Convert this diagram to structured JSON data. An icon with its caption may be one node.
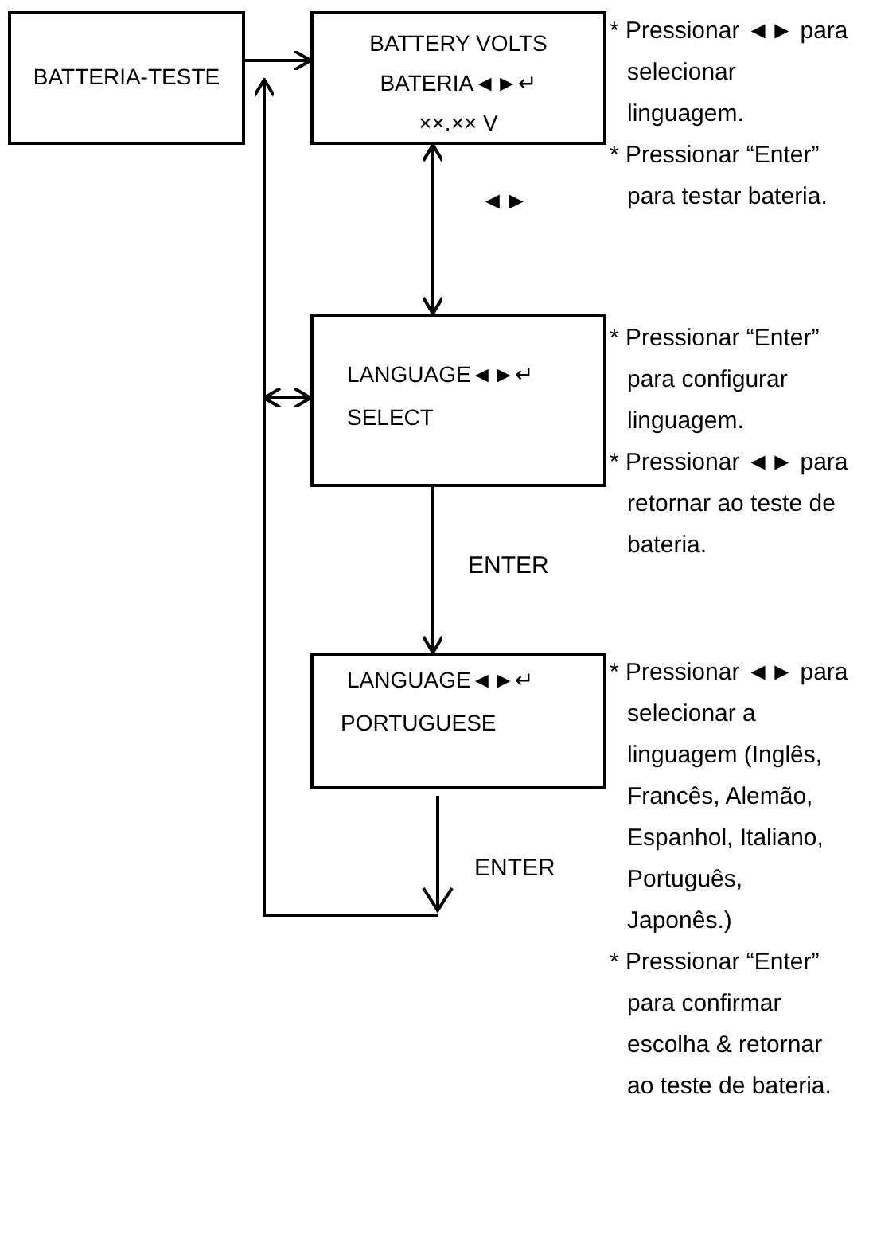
{
  "diagram": {
    "nodes": [
      {
        "text": [
          "BATTERIA-TESTE"
        ]
      },
      {
        "text": [
          "BATTERY VOLTS",
          "BATERIA◄►↵",
          "××.×× V"
        ],
        "beside": [
          "* Pressionar ◄► para selecionar linguagem.",
          "* Pressionar “Enter” para testar bateria."
        ]
      },
      {
        "text": [
          "LANGUAGE◄►↵",
          "SELECT"
        ],
        "beside": [
          "* Pressionar “Enter” para configurar linguagem.",
          "* Pressionar ◄► para retornar ao teste de bateria."
        ]
      },
      {
        "text": [
          "LANGUAGE◄►↵",
          "PORTUGUESE"
        ],
        "beside": [
          "* Pressionar ◄► para selecionar a linguagem (Inglês, Francês, Alemão, Espanhol, Italiano, Português, Japonês.)",
          "* Pressionar “Enter” para confirmar escolha & retornar ao teste de bateria."
        ]
      }
    ],
    "edges": [
      {
        "from": 0,
        "to": 1,
        "arrow": "to"
      },
      {
        "from": 1,
        "to": 2,
        "arrow": "both",
        "label": "◄►"
      },
      {
        "from": 2,
        "to": 3,
        "arrow": "to",
        "label": "ENTER"
      },
      {
        "from": 3,
        "to": 0,
        "arrow": "to",
        "label": "ENTER"
      },
      {
        "from": null,
        "to": 2,
        "arrow": "both"
      }
    ]
  }
}
